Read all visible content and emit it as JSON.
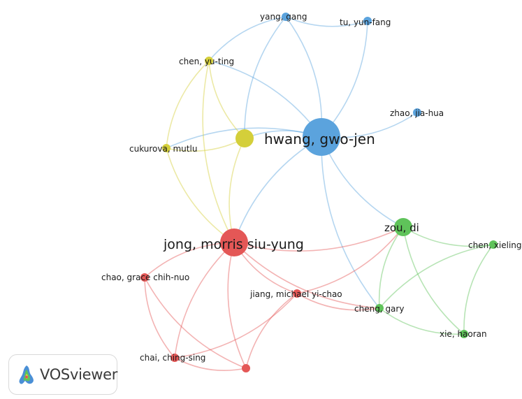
{
  "network": {
    "clusters": {
      "red": "#e45756",
      "blue": "#5ba3dd",
      "yellow": "#d4cf3a",
      "green": "#5fc35a"
    },
    "nodes": [
      {
        "id": "hwang",
        "label": "hwang, gwo-jen",
        "cluster": "blue",
        "weight": 5
      },
      {
        "id": "yang",
        "label": "yang, gang",
        "cluster": "blue",
        "weight": 1
      },
      {
        "id": "tu",
        "label": "tu, yun-fang",
        "cluster": "blue",
        "weight": 1
      },
      {
        "id": "zhao",
        "label": "zhao, jia-hua",
        "cluster": "blue",
        "weight": 1
      },
      {
        "id": "chenyt",
        "label": "chen, yu-ting",
        "cluster": "yellow",
        "weight": 1
      },
      {
        "id": "cukurova",
        "label": "cukurova, mutlu",
        "cluster": "yellow",
        "weight": 1
      },
      {
        "id": "yellowhub",
        "label": "",
        "cluster": "yellow",
        "weight": 3
      },
      {
        "id": "jong",
        "label": "jong, morris siu-yung",
        "cluster": "red",
        "weight": 4
      },
      {
        "id": "chao",
        "label": "chao, grace chih-nuo",
        "cluster": "red",
        "weight": 1
      },
      {
        "id": "jiang",
        "label": "jiang, michael yi-chao",
        "cluster": "red",
        "weight": 1
      },
      {
        "id": "chai",
        "label": "chai, ching-sing",
        "cluster": "red",
        "weight": 1
      },
      {
        "id": "redsmall",
        "label": "",
        "cluster": "red",
        "weight": 1
      },
      {
        "id": "zou",
        "label": "zou, di",
        "cluster": "green",
        "weight": 3
      },
      {
        "id": "chenx",
        "label": "chen, xieling",
        "cluster": "green",
        "weight": 1
      },
      {
        "id": "cheng",
        "label": "cheng, gary",
        "cluster": "green",
        "weight": 1
      },
      {
        "id": "xie",
        "label": "xie, haoran",
        "cluster": "green",
        "weight": 1
      }
    ],
    "links": [
      [
        "hwang",
        "yang"
      ],
      [
        "hwang",
        "tu"
      ],
      [
        "hwang",
        "zhao"
      ],
      [
        "yang",
        "tu"
      ],
      [
        "hwang",
        "chenyt"
      ],
      [
        "hwang",
        "cukurova"
      ],
      [
        "hwang",
        "yellowhub"
      ],
      [
        "hwang",
        "jong"
      ],
      [
        "hwang",
        "zou"
      ],
      [
        "hwang",
        "cheng"
      ],
      [
        "yang",
        "yellowhub"
      ],
      [
        "yang",
        "chenyt"
      ],
      [
        "chenyt",
        "cukurova"
      ],
      [
        "chenyt",
        "yellowhub"
      ],
      [
        "cukurova",
        "yellowhub"
      ],
      [
        "chenyt",
        "jong"
      ],
      [
        "cukurova",
        "jong"
      ],
      [
        "yellowhub",
        "jong"
      ],
      [
        "jong",
        "chao"
      ],
      [
        "jong",
        "jiang"
      ],
      [
        "jong",
        "chai"
      ],
      [
        "jong",
        "redsmall"
      ],
      [
        "jong",
        "zou"
      ],
      [
        "jong",
        "cheng"
      ],
      [
        "chao",
        "chai"
      ],
      [
        "chao",
        "redsmall"
      ],
      [
        "chai",
        "redsmall"
      ],
      [
        "chai",
        "jiang"
      ],
      [
        "jiang",
        "redsmall"
      ],
      [
        "jiang",
        "zou"
      ],
      [
        "jiang",
        "cheng"
      ],
      [
        "zou",
        "chenx"
      ],
      [
        "zou",
        "cheng"
      ],
      [
        "zou",
        "xie"
      ],
      [
        "chenx",
        "cheng"
      ],
      [
        "chenx",
        "xie"
      ],
      [
        "cheng",
        "xie"
      ]
    ]
  },
  "logo": {
    "text": "VOSviewer",
    "icon": "vosviewer-logo-icon"
  }
}
